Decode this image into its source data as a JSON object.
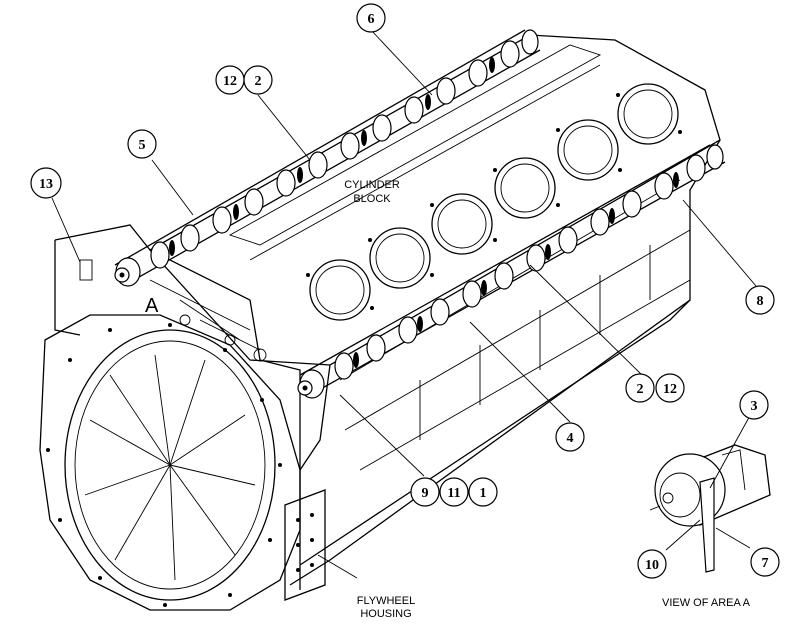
{
  "labels": {
    "cylinder_block_line1": "CYLINDER",
    "cylinder_block_line2": "BLOCK",
    "flywheel_housing_line1": "FLYWHEEL",
    "flywheel_housing_line2": "HOUSING",
    "view_of_area": "VIEW OF AREA A",
    "area_marker": "A"
  },
  "callouts": {
    "c6": "6",
    "c12_top": "12",
    "c2_top": "2",
    "c5": "5",
    "c13": "13",
    "c8": "8",
    "c2_right": "2",
    "c12_right": "12",
    "c4": "4",
    "c9": "9",
    "c11": "11",
    "c1": "1",
    "c3": "3",
    "c10": "10",
    "c7": "7"
  }
}
